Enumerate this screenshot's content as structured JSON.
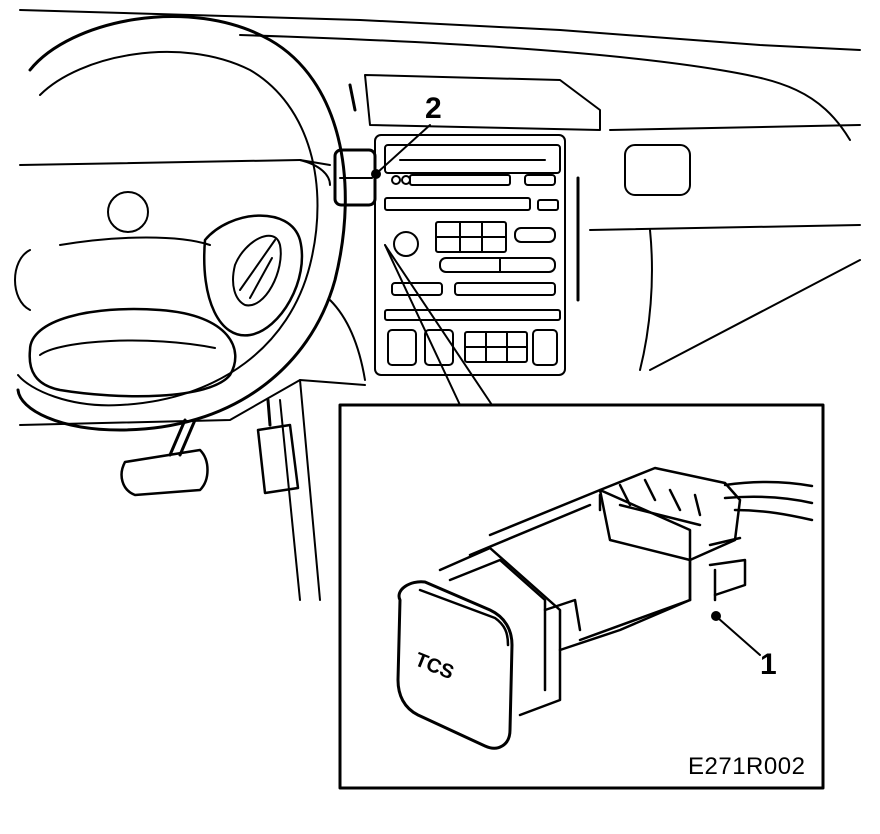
{
  "callouts": {
    "switch_label": "1",
    "location_label": "2"
  },
  "button_text": "TCS",
  "figure_code": "E271R002",
  "colors": {
    "ink": "#000000",
    "paper": "#ffffff"
  }
}
